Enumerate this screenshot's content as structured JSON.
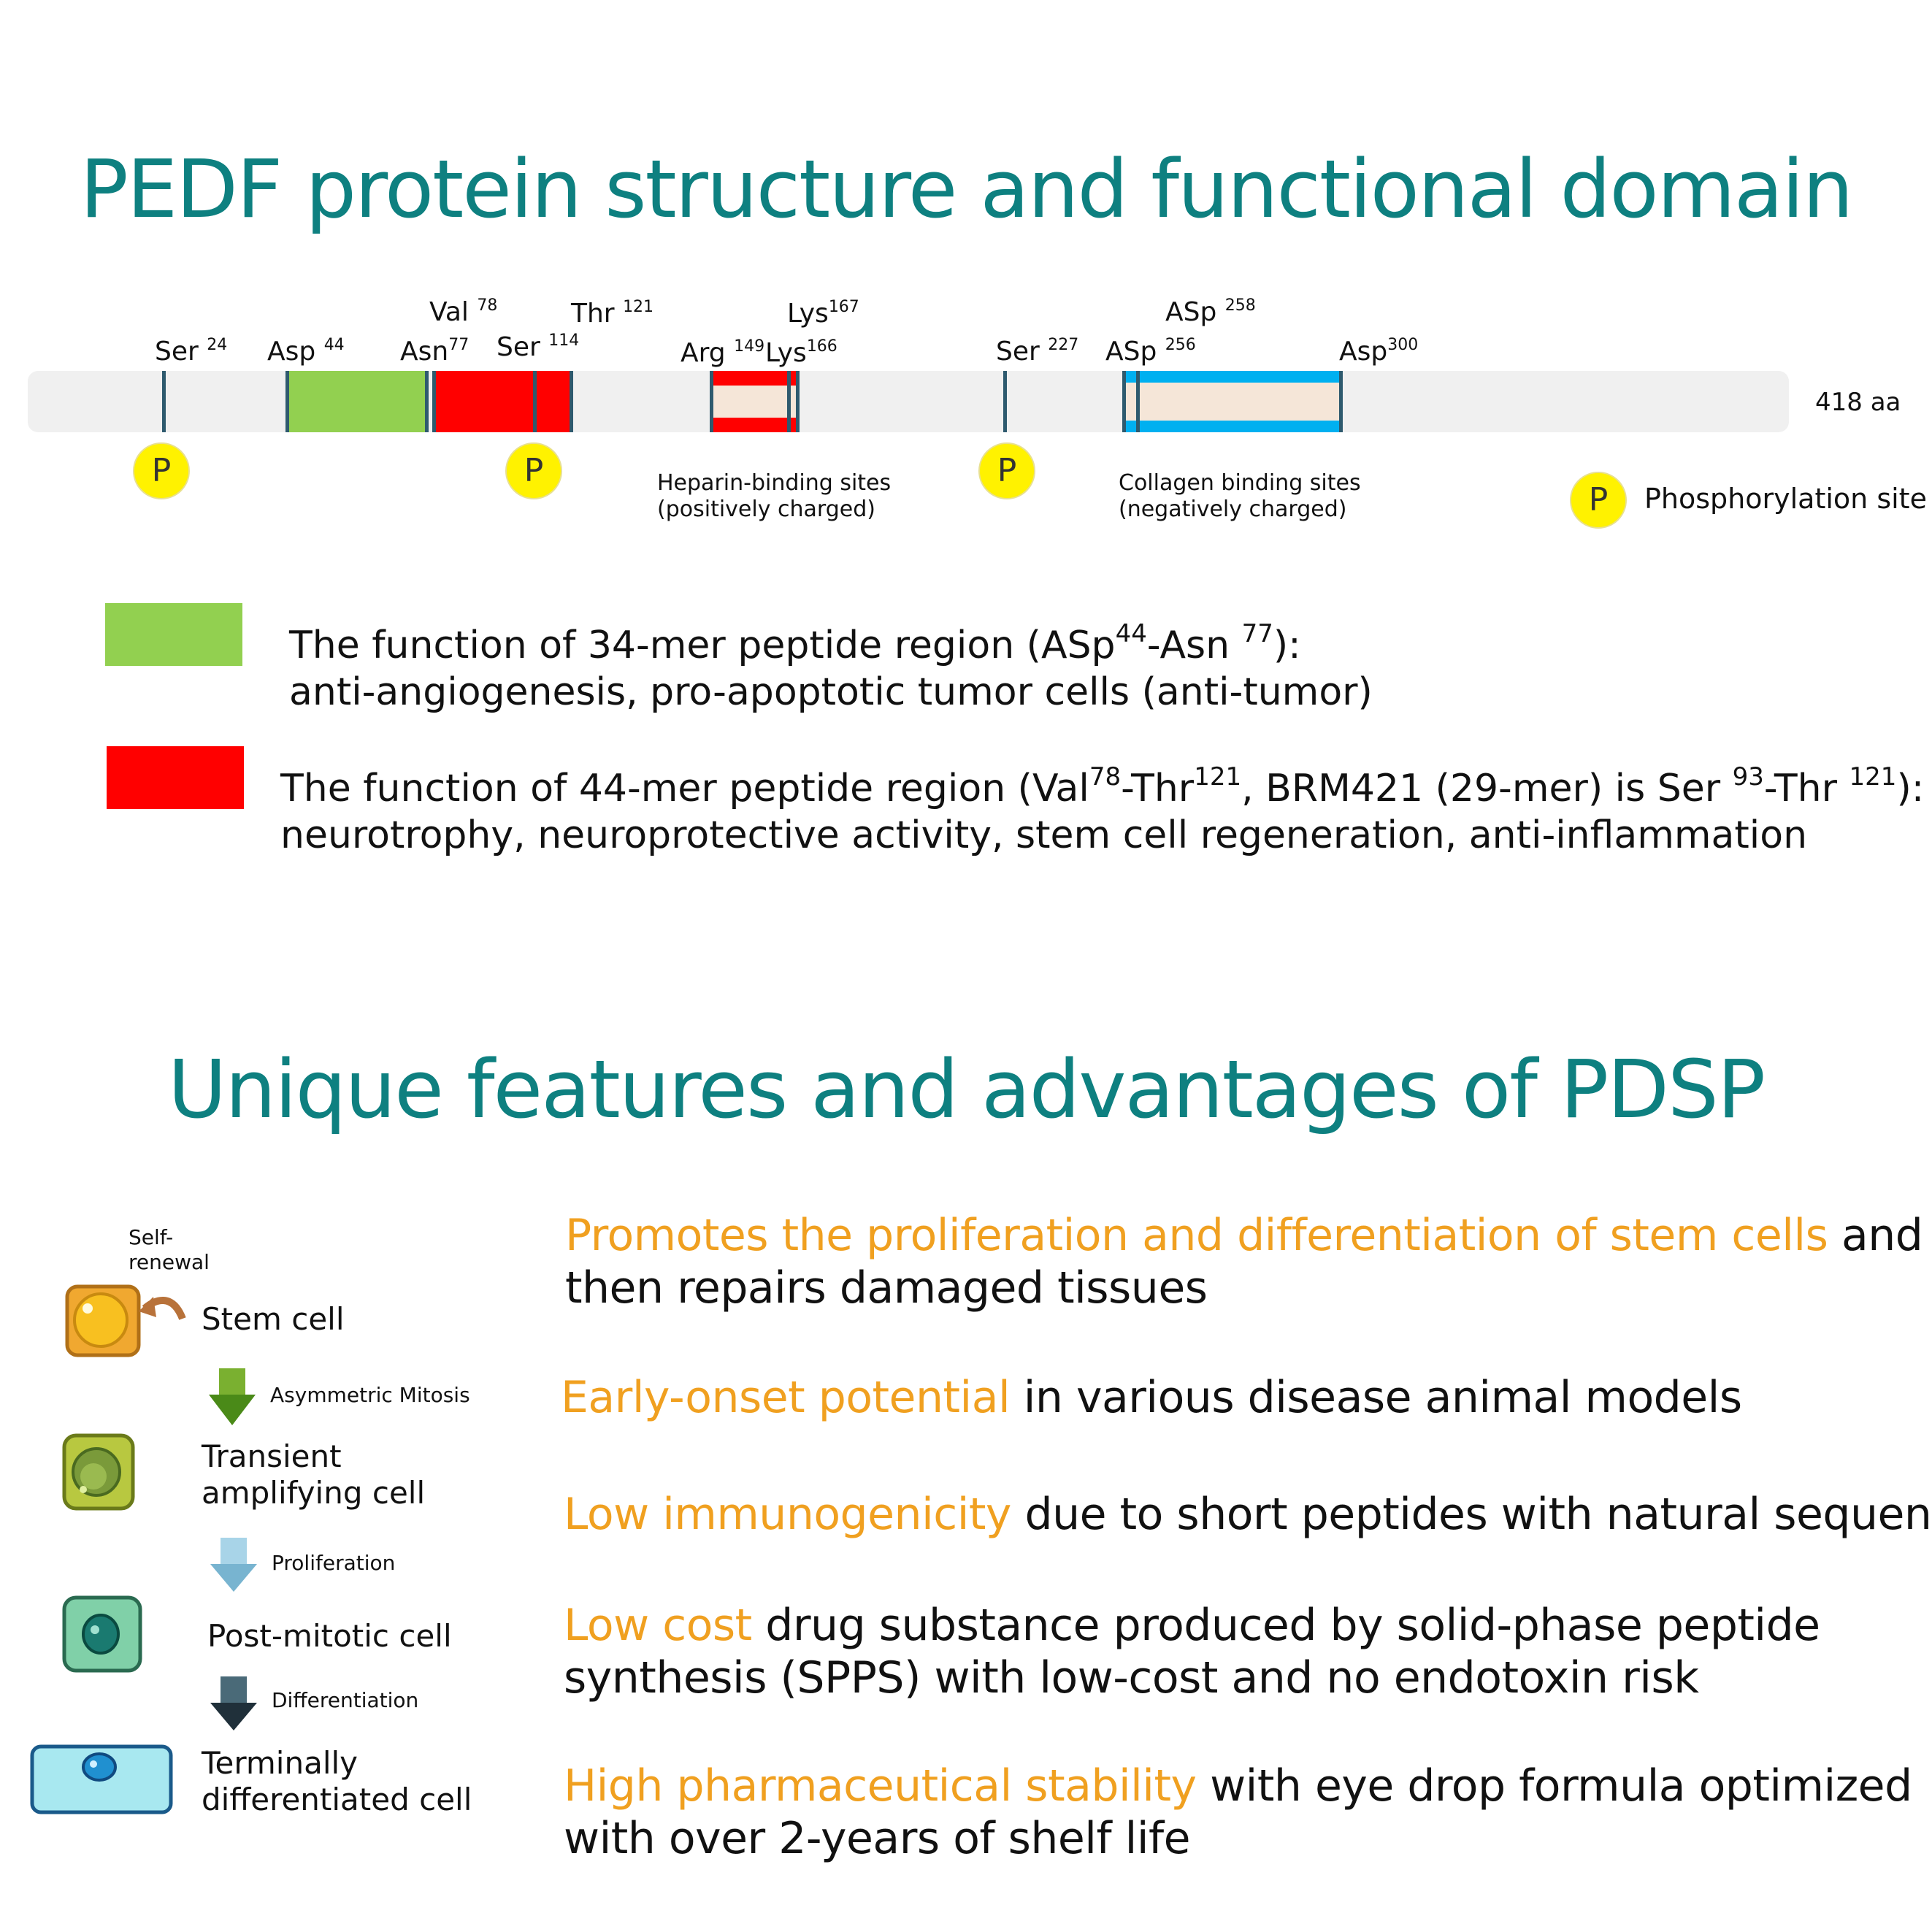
{
  "title1": "PEDF protein structure and functional domain",
  "title2": "Unique features and advantages of PDSP",
  "protein": {
    "length_label": "418 aa",
    "residues": {
      "ser24": {
        "name": "Ser",
        "num": "24"
      },
      "asp44": {
        "name": "Asp",
        "num": "44"
      },
      "val78": {
        "name": "Val",
        "num": "78"
      },
      "asn77": {
        "name": "Asn",
        "num": "77"
      },
      "ser114": {
        "name": "Ser",
        "num": "114"
      },
      "thr121": {
        "name": "Thr",
        "num": "121"
      },
      "arg149": {
        "name": "Arg",
        "num": "149"
      },
      "lys167": {
        "name": "Lys",
        "num": "167"
      },
      "lys166": {
        "name": "Lys",
        "num": "166"
      },
      "ser227": {
        "name": "Ser",
        "num": "227"
      },
      "asp256": {
        "name": "ASp",
        "num": "256"
      },
      "asp258": {
        "name": "ASp",
        "num": "258"
      },
      "asp300": {
        "name": "Asp",
        "num": "300"
      }
    },
    "phospho_symbol": "P",
    "heparin_label": [
      "Heparin-binding sites",
      "(positively charged)"
    ],
    "collagen_label": [
      "Collagen binding sites",
      "(negatively charged)"
    ],
    "phospho_legend": "Phosphorylation site",
    "colors": {
      "green": "#92d050",
      "red": "#ff0000",
      "blue": "#00b0f0",
      "beige": "#f5e6d8",
      "bar": "#f0f0f0",
      "tick": "#2e5a6e"
    }
  },
  "legend": {
    "green": {
      "line1_a": "The function of 34-mer peptide region (ASp",
      "line1_sup1": "44",
      "line1_b": "-Asn ",
      "line1_sup2": "77",
      "line1_c": "):",
      "line2": "anti-angiogenesis, pro-apoptotic tumor cells (anti-tumor)"
    },
    "red": {
      "line1_a": "The function of 44-mer peptide region (Val",
      "line1_sup1": "78",
      "line1_b": "-Thr",
      "line1_sup2": "121",
      "line1_c": ", BRM421 (29-mer) is Ser ",
      "line1_sup3": "93",
      "line1_d": "-Thr ",
      "line1_sup4": "121",
      "line1_e": "):",
      "line2": "neurotrophy, neuroprotective activity, stem cell regeneration, anti-inflammation"
    }
  },
  "cells": {
    "self_renewal": [
      "Self-",
      "renewal"
    ],
    "stem": "Stem cell",
    "asym": "Asymmetric Mitosis",
    "transient": [
      "Transient",
      "amplifying cell"
    ],
    "prolif": "Proliferation",
    "postmitotic": "Post-mitotic cell",
    "diff": "Differentiation",
    "terminal": [
      "Terminally",
      "differentiated cell"
    ]
  },
  "features": {
    "f1": {
      "hl": "Promotes the proliferation and differentiation of stem cells",
      "rest": " and",
      "line2": "then repairs damaged tissues"
    },
    "f2": {
      "hl": "Early-onset potential",
      "rest": " in various disease animal models"
    },
    "f3": {
      "hl": "Low immunogenicity",
      "rest": " due to short peptides with natural sequence"
    },
    "f4": {
      "hl": "Low cost",
      "rest": " drug substance produced by solid-phase peptide",
      "line2": "synthesis (SPPS) with low-cost and no endotoxin risk"
    },
    "f5": {
      "hl": "High pharmaceutical stability",
      "rest": " with eye drop formula optimized",
      "line2": "with over 2-years of shelf life"
    }
  }
}
